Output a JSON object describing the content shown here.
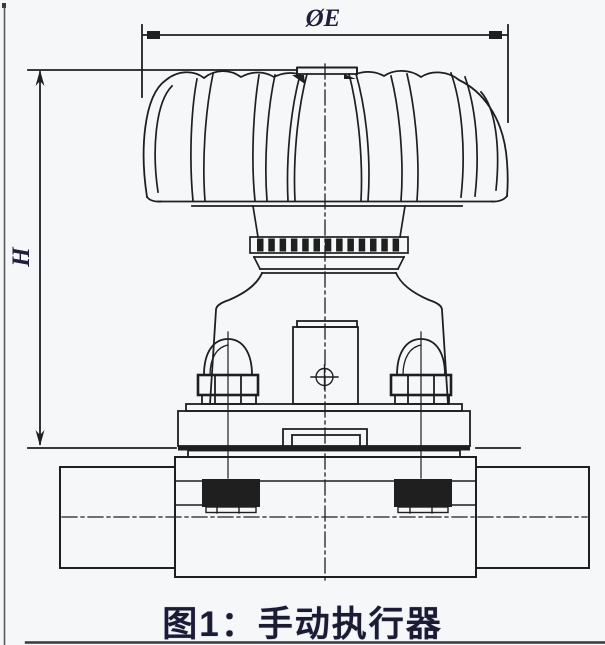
{
  "figure": {
    "caption": "图1：手动执行器",
    "labels": {
      "diameter": "ØE",
      "height": "H"
    }
  },
  "colors": {
    "background": "#f6f7f9",
    "line": "#1f1f1f",
    "label_text": "#20203c",
    "caption_text": "#1b1b33"
  }
}
